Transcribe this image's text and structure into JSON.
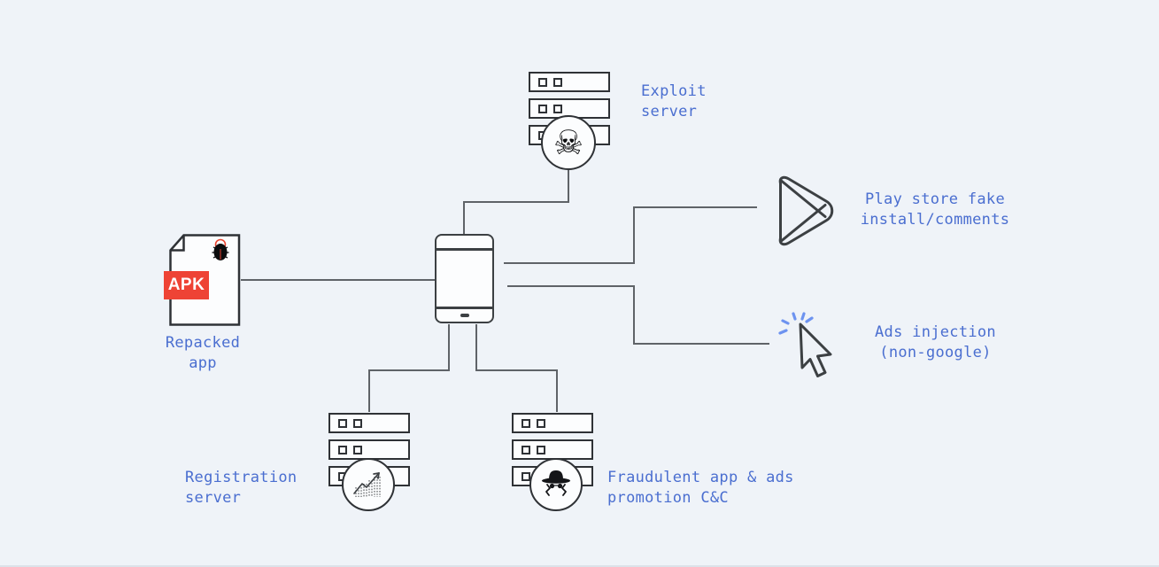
{
  "title": "Malware distribution and fraud infrastructure diagram",
  "colors": {
    "background": "#eff3f8",
    "connector_gray": "#5f6368",
    "outline_dark": "#2f3236",
    "label_blue": "#4a6ed0",
    "apk_red": "#ee4335",
    "click_blue": "#6d93f0"
  },
  "nodes": {
    "exploit_server": {
      "label": "Exploit\nserver",
      "icon": "skull-crossbones-icon"
    },
    "repacked_app": {
      "label": "Repacked\napp",
      "badge": "APK",
      "icon": "bug-icon"
    },
    "phone": {
      "icon": "smartphone-icon"
    },
    "play_store": {
      "label": "Play store fake\ninstall/comments",
      "icon": "play-store-icon"
    },
    "ads_injection": {
      "label": "Ads injection\n(non-google)",
      "icon": "cursor-click-icon"
    },
    "registration_server": {
      "label": "Registration\nserver",
      "icon": "growth-chart-icon"
    },
    "fraud_cc": {
      "label": "Fraudulent app & ads\npromotion C&C",
      "icon": "spy-icon"
    }
  }
}
